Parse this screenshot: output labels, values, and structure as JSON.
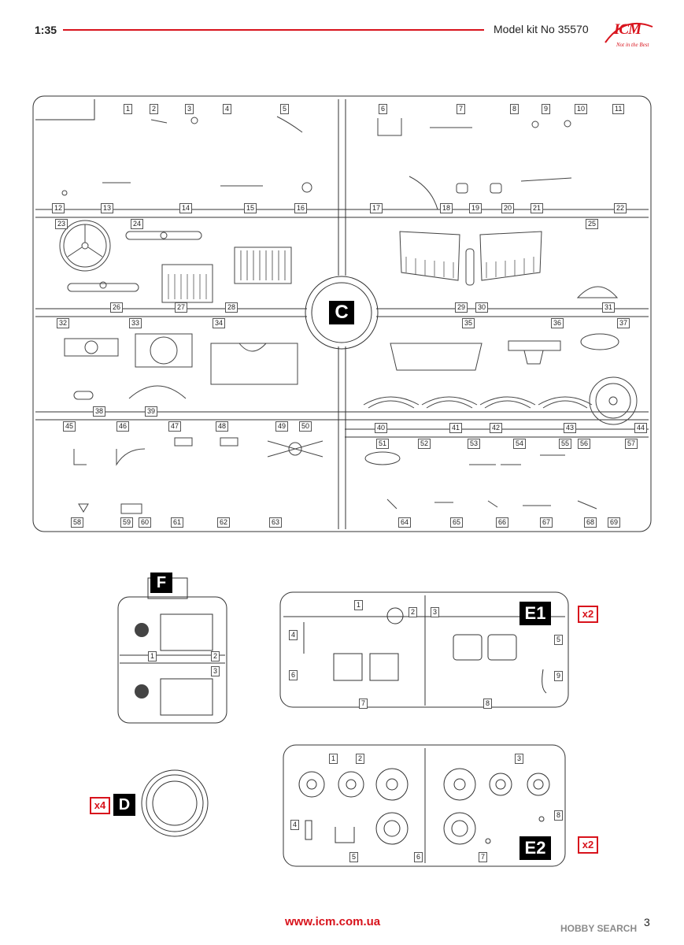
{
  "header": {
    "scale": "1:35",
    "kit": "Model kit No 35570"
  },
  "logo": {
    "text": "ICM",
    "slogan": "Not in the Best"
  },
  "sprues": {
    "C": "C",
    "F": "F",
    "E1": "E1",
    "E2": "E2",
    "D": "D"
  },
  "multipliers": {
    "E1": "x2",
    "E2": "x2",
    "D": "x4"
  },
  "sprue_c_labels": [
    "1",
    "2",
    "3",
    "4",
    "5",
    "6",
    "7",
    "8",
    "9",
    "10",
    "11",
    "12",
    "13",
    "14",
    "15",
    "16",
    "17",
    "18",
    "19",
    "20",
    "21",
    "22",
    "23",
    "24",
    "25",
    "26",
    "27",
    "28",
    "29",
    "30",
    "31",
    "32",
    "33",
    "34",
    "35",
    "36",
    "37",
    "38",
    "39",
    "40",
    "41",
    "42",
    "43",
    "44",
    "45",
    "46",
    "47",
    "48",
    "49",
    "50",
    "51",
    "52",
    "53",
    "54",
    "55",
    "56",
    "57",
    "58",
    "59",
    "60",
    "61",
    "62",
    "63",
    "64",
    "65",
    "66",
    "67",
    "68",
    "69"
  ],
  "sprue_f_labels": [
    "1",
    "2",
    "3"
  ],
  "sprue_e1_labels": [
    "1",
    "2",
    "3",
    "4",
    "5",
    "6",
    "7",
    "8",
    "9"
  ],
  "sprue_e2_labels": [
    "1",
    "2",
    "3",
    "4",
    "5",
    "6",
    "7",
    "8"
  ],
  "footer": {
    "website": "www.icm.com.ua",
    "page": "3",
    "watermark": "HOBBY SEARCH"
  }
}
